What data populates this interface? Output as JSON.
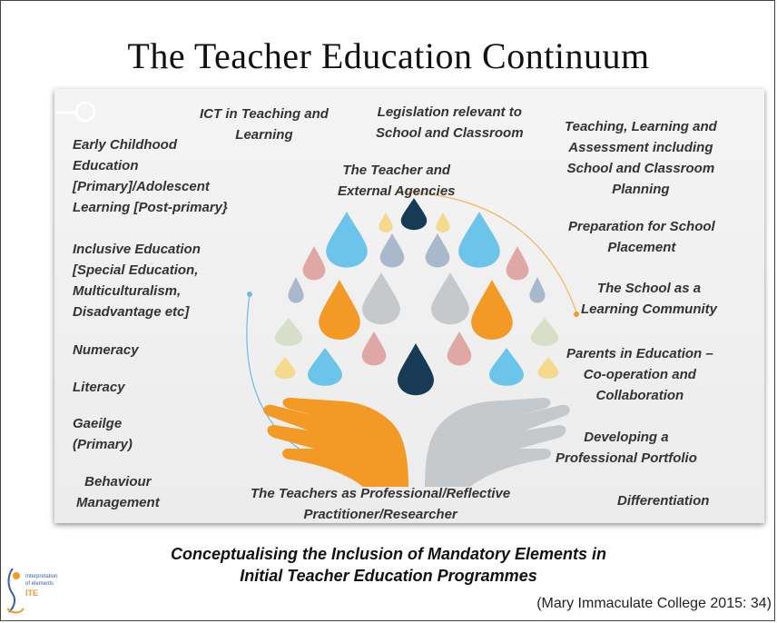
{
  "title": "The Teacher Education Continuum",
  "left_labels": {
    "early_childhood": "Early Childhood\nEducation\n[Primary]/Adolescent\nLearning [Post-primary}",
    "inclusive": "Inclusive Education\n[Special Education,\nMulticulturalism,\nDisadvantage etc]",
    "numeracy": "Numeracy",
    "literacy": "Literacy",
    "gaeilge": "Gaeilge\n(Primary)",
    "behaviour": "Behaviour\nManagement"
  },
  "top_labels": {
    "ict": "ICT in Teaching and\nLearning",
    "legislation": "Legislation relevant to\nSchool and Classroom",
    "external": "The Teacher and\nExternal Agencies"
  },
  "right_labels": {
    "teaching": "Teaching, Learning and\nAssessment including\nSchool and Classroom\nPlanning",
    "preparation": "Preparation for School\nPlacement",
    "school_community": "The School as a\nLearning Community",
    "parents": "Parents in Education –\nCo-operation and\nCollaboration",
    "portfolio": "Developing a\nProfessional Portfolio",
    "differentiation": "Differentiation"
  },
  "bottom_label": "The Teachers as Professional/Reflective\nPractitioner/Researcher",
  "caption": "Conceptualising the Inclusion of Mandatory Elements in\nInitial Teacher Education Programmes",
  "citation": "(Mary Immaculate College  2015: 34)",
  "logo_text": [
    "Interpretation",
    "of elements",
    "ITE"
  ],
  "colors": {
    "navy": "#173a55",
    "sky": "#6cc4ea",
    "orange": "#f39a26",
    "rose": "#dfa8a4",
    "grey": "#c6c9cc",
    "blue_grey": "#a9b8ca",
    "sage": "#d8dfc9",
    "yellow": "#f5d98c",
    "accent_line": "#6cbde3"
  },
  "icons": [
    "hands-tree-illustration",
    "logo-icon",
    "toggle-icon"
  ]
}
